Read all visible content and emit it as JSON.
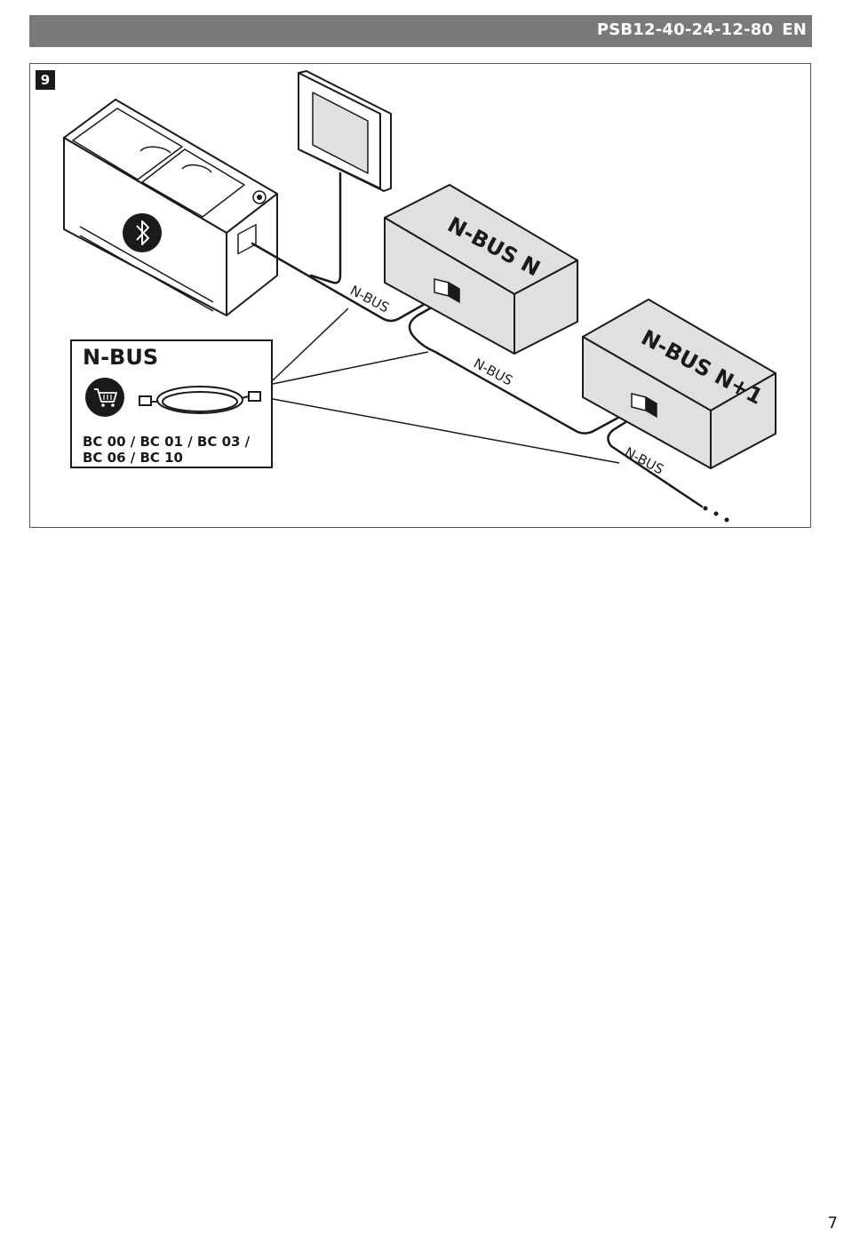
{
  "header": {
    "model": "PSB12-40-24-12-80",
    "language": "EN"
  },
  "figure": {
    "number": "9",
    "labels": {
      "bus_cable_1": "N-BUS",
      "bus_cable_2": "N-BUS",
      "bus_cable_3": "N-BUS",
      "device_n": "N-BUS N",
      "device_n1": "N-BUS N+1"
    },
    "accessory": {
      "title": "N-BUS",
      "codes_line1": "BC 00 / BC 01 / BC 03 /",
      "codes_line2": "BC 06 / BC 10"
    },
    "icons": [
      "bluetooth-icon",
      "shopping-cart-icon"
    ]
  },
  "page": {
    "number": "7"
  },
  "colors": {
    "header_bg": "#7a7a7a",
    "box_fill": "#e0e0e0",
    "ink": "#1a1a1a"
  }
}
